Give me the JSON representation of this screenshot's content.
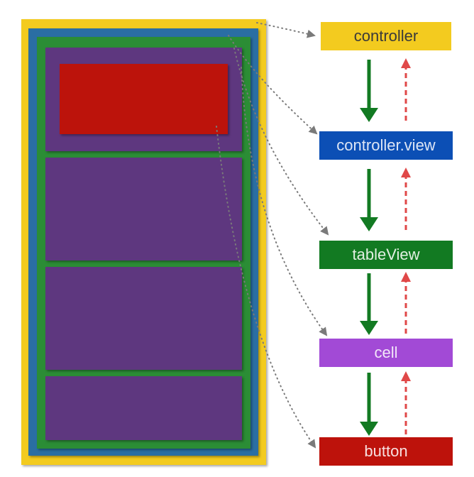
{
  "nodes": [
    {
      "label": "controller",
      "color": "#f3cb1f",
      "text_color": "#3a3a3a"
    },
    {
      "label": "controller.view",
      "color": "#0c4fb5",
      "text_color": "#dde6f5"
    },
    {
      "label": "tableView",
      "color": "#127a22",
      "text_color": "#e2efe2"
    },
    {
      "label": "cell",
      "color": "#a24ad6",
      "text_color": "#f2e6f8"
    },
    {
      "label": "button",
      "color": "#bd120b",
      "text_color": "#f8e0e0"
    }
  ],
  "colors": {
    "down_arrow": "#127a22",
    "up_arrow": "#e04848",
    "connector": "#7a7a7a",
    "yellow": "#f3cb1f",
    "blue": "#2a6ea3",
    "green": "#2b8d35",
    "purple": "#5e377f",
    "red": "#bc130b"
  }
}
